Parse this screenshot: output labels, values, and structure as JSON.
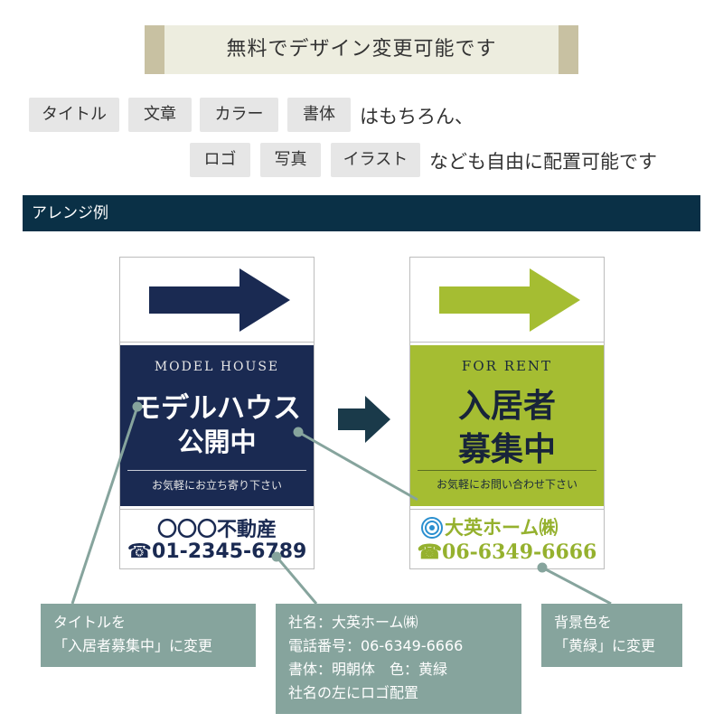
{
  "header": {
    "title": "無料でデザイン変更可能です"
  },
  "options": {
    "row1": {
      "chips": [
        "タイトル",
        "文章",
        "カラー",
        "書体"
      ],
      "suffix": "はもちろん、"
    },
    "row2": {
      "chips": [
        "ロゴ",
        "写真",
        "イラスト"
      ],
      "suffix": "なども自由に配置可能です"
    }
  },
  "section": {
    "title": "アレンジ例"
  },
  "sign_before": {
    "eyebrow": "MODEL HOUSE",
    "title_line1": "モデルハウス",
    "title_line2": "公開中",
    "subtitle": "お気軽にお立ち寄り下さい",
    "company": "〇〇〇不動産",
    "tel": "☎01-2345-6789",
    "colors": {
      "panel": "#1a2a52",
      "arrow": "#1a2a52"
    }
  },
  "sign_after": {
    "eyebrow": "FOR RENT",
    "title_line1": "入居者",
    "title_line2": "募集中",
    "subtitle": "お気軽にお問い合わせ下さい",
    "company": "大英ホーム㈱",
    "tel": "☎06-6349-6666",
    "logo_icon": "spiral-logo-icon",
    "colors": {
      "panel": "#a5bd32",
      "arrow": "#a5bd32"
    }
  },
  "callouts": {
    "title_change": [
      "タイトルを",
      "「入居者募集中」に変更"
    ],
    "company_change": [
      "社名：大英ホーム㈱",
      "電話番号：06-6349-6666",
      "書体：明朝体　色：黄緑",
      "社名の左にロゴ配置"
    ],
    "color_change": [
      "背景色を",
      "「黄緑」に変更"
    ]
  },
  "colors": {
    "section_bar": "#0a3046",
    "callout": "#86a49d",
    "chip": "#e6e6e6",
    "banner": "#ededdf",
    "banner_accent": "#c8c1a2"
  }
}
